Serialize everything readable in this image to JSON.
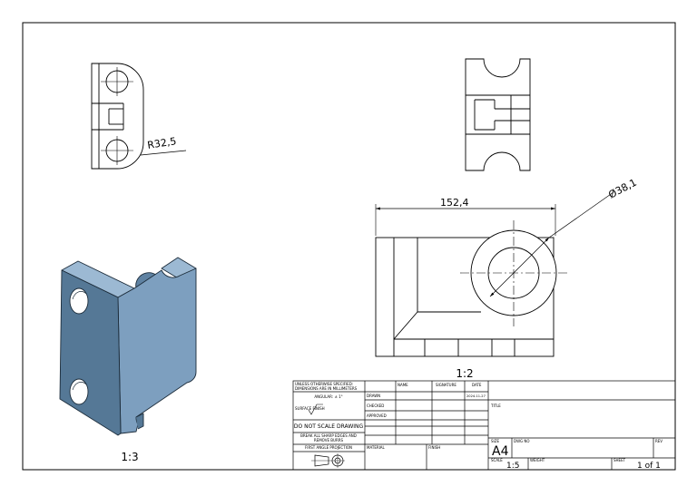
{
  "views": {
    "top_radius": "R32,5",
    "front_width": "152,4",
    "front_diameter": "Ø38,1",
    "front_scale": "1:2",
    "iso_scale": "1:3"
  },
  "title_block": {
    "general_note": [
      "UNLESS OTHERWISE SPECIFIED:",
      "DIMENSIONS ARE IN MILLIMETERS"
    ],
    "angular": "ANGULAR: ± 1°",
    "surface_finish": "SURFACE FINISH",
    "no_scale": "DO NOT SCALE DRAWING",
    "break_edges": [
      "BREAK ALL SHARP EDGES AND",
      "REMOVE BURRS"
    ],
    "projection": "FIRST ANGLE PROJECTION",
    "col_name": "NAME",
    "col_signature": "SIGNATURE",
    "col_date": "DATE",
    "row_drawn": "DRAWN",
    "row_checked": "CHECKED",
    "row_approved": "APPROVED",
    "drawn_date": "2024-11-27",
    "material": "MATERIAL",
    "finish": "FINISH",
    "title_label": "TITLE",
    "size_label": "SIZE",
    "size": "A4",
    "dwg_no_label": "DWG NO",
    "rev_label": "REV",
    "scale_label": "SCALE",
    "scale": "1:5",
    "weight_label": "WEIGHT",
    "sheet_label": "SHEET",
    "sheet": "1 of 1"
  },
  "colors": {
    "line": "#000000",
    "part_face": "#7d9fbf",
    "part_side": "#557896",
    "part_top": "#9cb9d3",
    "part_edge": "#1c2c3a"
  }
}
